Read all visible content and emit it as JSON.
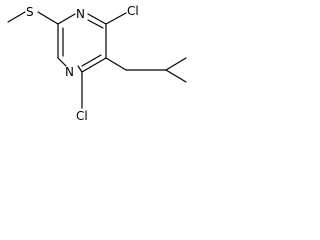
{
  "molecule": {
    "atoms": {
      "sulfur": "S",
      "nitrogen_top": "N",
      "nitrogen_bottom": "N",
      "chlorine_top": "Cl",
      "chlorine_bottom": "Cl"
    }
  }
}
